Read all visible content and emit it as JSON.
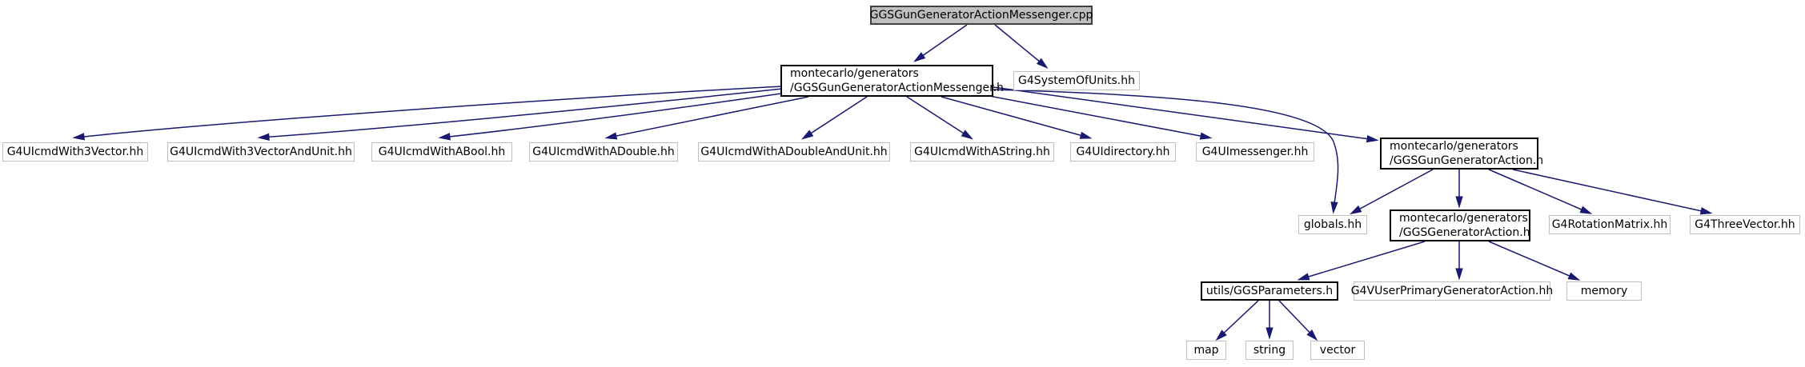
{
  "diagram": {
    "nodes": {
      "root": "GGSGunGeneratorActionMessenger.cpp",
      "messenger_h": [
        "montecarlo/generators",
        "/GGSGunGeneratorActionMessenger.h"
      ],
      "units": "G4SystemOfUnits.hh",
      "cmd3vec": "G4UIcmdWith3Vector.hh",
      "cmd3vecunit": "G4UIcmdWith3VectorAndUnit.hh",
      "cmdbool": "G4UIcmdWithABool.hh",
      "cmddouble": "G4UIcmdWithADouble.hh",
      "cmddoubleunit": "G4UIcmdWithADoubleAndUnit.hh",
      "cmdstring": "G4UIcmdWithAString.hh",
      "uidir": "G4UIdirectory.hh",
      "uimess": "G4UImessenger.hh",
      "gunaction_h": [
        "montecarlo/generators",
        "/GGSGunGeneratorAction.h"
      ],
      "globals": "globals.hh",
      "genaction_h": [
        "montecarlo/generators",
        "/GGSGeneratorAction.h"
      ],
      "rotmat": "G4RotationMatrix.hh",
      "threevec": "G4ThreeVector.hh",
      "params": "utils/GGSParameters.h",
      "primgen": "G4VUserPrimaryGeneratorAction.hh",
      "memory": "memory",
      "map": "map",
      "string": "string",
      "vector": "vector"
    },
    "colors": {
      "edge": "#191970",
      "root_fill": "#bfbfbf",
      "internal_border": "#000000",
      "external_border": "#bfbfbf"
    }
  }
}
